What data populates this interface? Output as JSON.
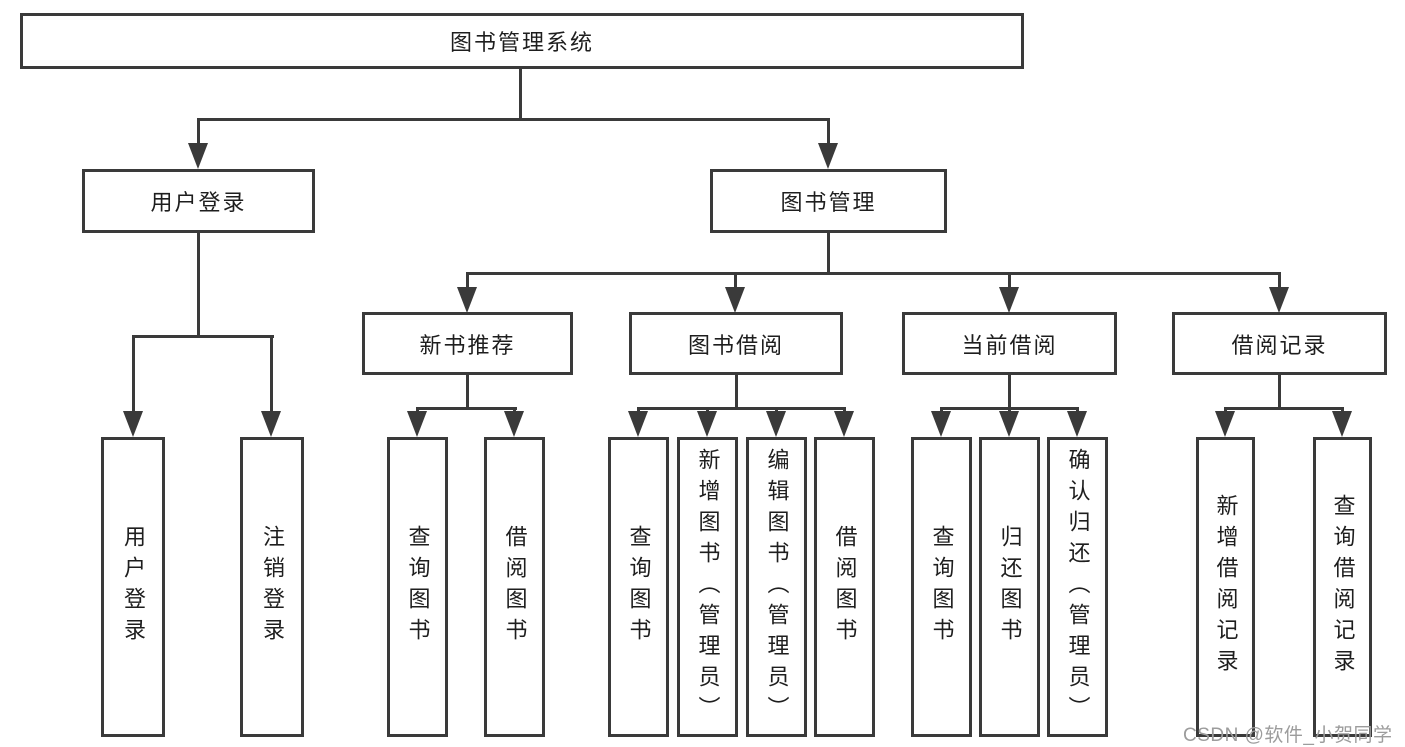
{
  "diagram": {
    "tree": {
      "label": "图书管理系统",
      "children": [
        {
          "label": "用户登录",
          "children": [
            {
              "label": "用户登录"
            },
            {
              "label": "注销登录"
            }
          ]
        },
        {
          "label": "图书管理",
          "children": [
            {
              "label": "新书推荐",
              "children": [
                {
                  "label": "查询图书"
                },
                {
                  "label": "借阅图书"
                }
              ]
            },
            {
              "label": "图书借阅",
              "children": [
                {
                  "label": "查询图书"
                },
                {
                  "label": "新增图书（管理员）"
                },
                {
                  "label": "编辑图书（管理员）"
                },
                {
                  "label": "借阅图书"
                }
              ]
            },
            {
              "label": "当前借阅",
              "children": [
                {
                  "label": "查询图书"
                },
                {
                  "label": "归还图书"
                },
                {
                  "label": "确认归还（管理员）"
                }
              ]
            },
            {
              "label": "借阅记录",
              "children": [
                {
                  "label": "新增借阅记录"
                },
                {
                  "label": "查询借阅记录"
                }
              ]
            }
          ]
        }
      ]
    },
    "colors": {
      "line": "#3a3a3a",
      "text": "#1e1e1e",
      "background": "#ffffff",
      "watermark": "#9c9c9c"
    }
  },
  "watermark": {
    "text": "CSDN @软件_小贺同学"
  }
}
